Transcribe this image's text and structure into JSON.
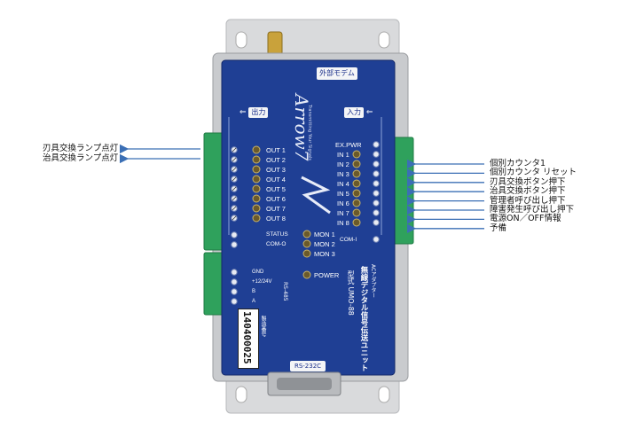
{
  "brand": "Arrow7",
  "brand_tagline": "Transmitting Your Signals",
  "badge_modem": "外部モデム",
  "section_output": "出力",
  "section_input": "入力",
  "left_outputs": [
    "OUT 1",
    "OUT 2",
    "OUT 3",
    "OUT 4",
    "OUT 5",
    "OUT 6",
    "OUT 7",
    "OUT 8"
  ],
  "status_label": "STATUS",
  "com_o_label": "COM-O",
  "right_inputs": [
    "EX.PWR",
    "IN 1",
    "IN 2",
    "IN 3",
    "IN 4",
    "IN 5",
    "IN 6",
    "IN 7",
    "IN 8"
  ],
  "com_i_label": "COM-I",
  "monitors": [
    "MON 1",
    "MON 2",
    "MON 3"
  ],
  "power_label": "POWER",
  "power_terms": [
    "GND",
    "+12/24V",
    "B",
    "A"
  ],
  "rs485_label": "RS-485",
  "serial_caption": "製造番号",
  "serial_number": "140400025",
  "rs232_label": "RS-232C",
  "product_adapter": "ACアダプター",
  "product_name": "無線デジタル信号伝送ユニット",
  "product_model": "型式 UMO-88",
  "left_callouts": [
    "刃具交換ランプ点灯",
    "治具交換ランプ点灯"
  ],
  "right_callouts": [
    "個別カウンタ1",
    "個別カウンタ リセット",
    "刃具交換ボタン押下",
    "治具交換ボタン押下",
    "管理者呼び出し押下",
    "障害発生呼び出し押下",
    "電源ON／OFF情報",
    "予備"
  ],
  "colors": {
    "panel": "#1f3f94",
    "terminal": "#2fa15c",
    "callout_line": "#3b6fb5",
    "chassis": "#d7d9dc"
  }
}
